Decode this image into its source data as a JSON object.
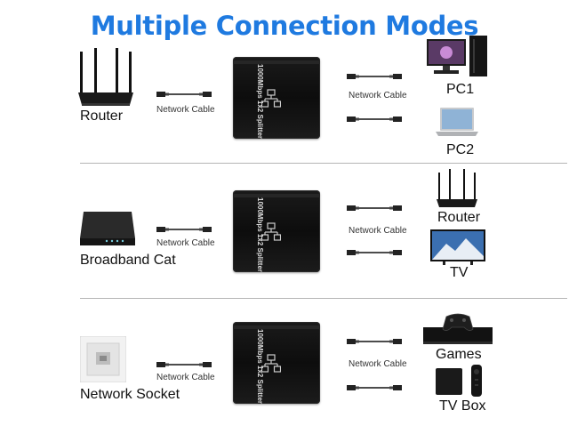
{
  "title": "Multiple Connection Modes",
  "cable_label": "Network Cable",
  "splitter_text": "1000Mbps 1x2 Splitter",
  "sections": [
    {
      "source": "Router",
      "outputs": [
        "PC1",
        "PC2"
      ]
    },
    {
      "source": "Broadband Cat",
      "outputs": [
        "Router",
        "TV"
      ]
    },
    {
      "source": "Network Socket",
      "outputs": [
        "Games",
        "TV Box"
      ]
    }
  ],
  "colors": {
    "title": "#1f7ae0",
    "device_dark": "#111111",
    "divider": "#b5b5b5"
  }
}
